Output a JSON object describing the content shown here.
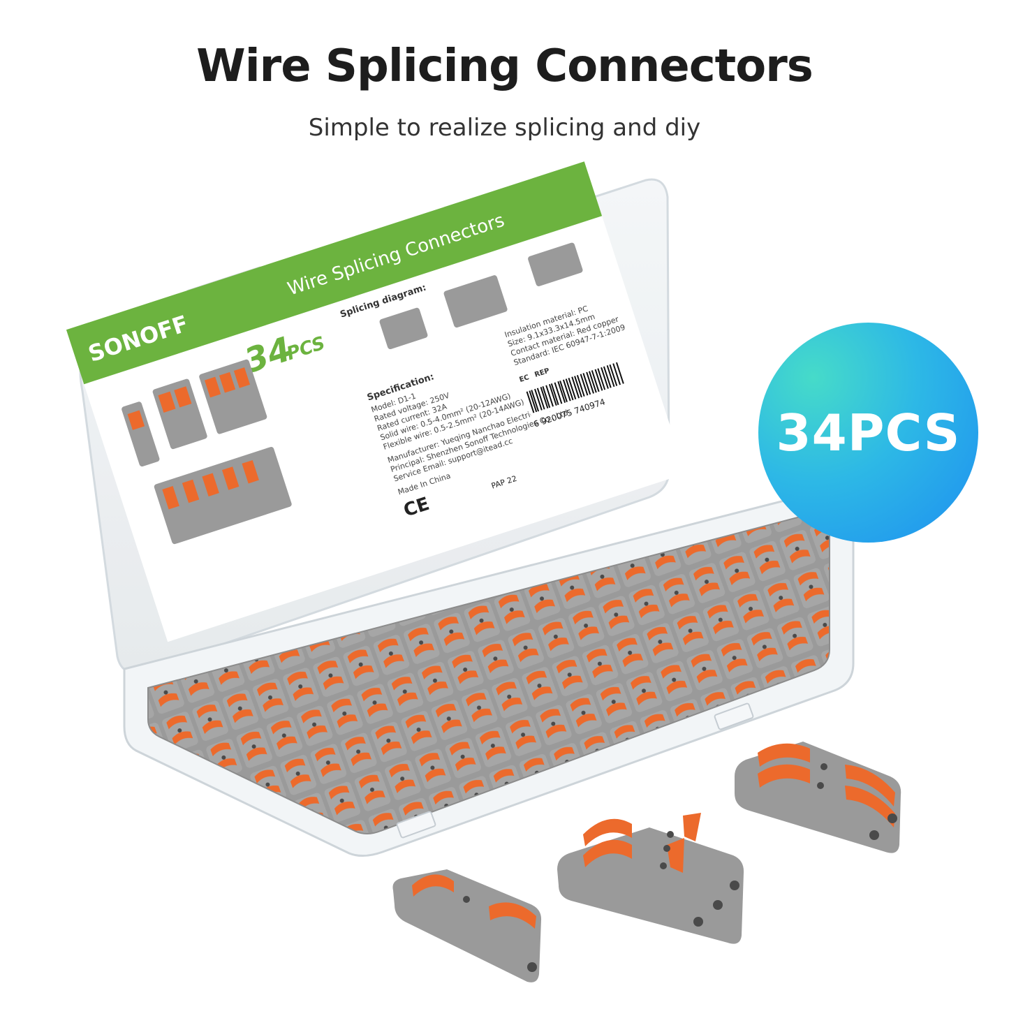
{
  "header": {
    "title": "Wire Splicing Connectors",
    "subtitle": "Simple to realize splicing and diy"
  },
  "badge": {
    "label": "34PCS"
  },
  "label_card": {
    "brand": "SONOFF",
    "title": "Wire Splicing Connectors",
    "quantity_number": "34",
    "quantity_unit": "PCS",
    "diagram_heading": "Splicing diagram:",
    "spec_heading": "Specification:",
    "specs": [
      "Model: D1-1",
      "Rated voltage: 250V",
      "Rated current: 32A",
      "Solid wire: 0.5-4.0mm² (20-12AWG)",
      "Flexible wire: 0.5-2.5mm² (20-14AWG)"
    ],
    "company": [
      "Manufacturer: Yueqing Nanchao Electric Co., Ltd.",
      "Principal: Shenzhen Sonoff Technologies Co., Ltd.",
      "Service Email: support@itead.cc",
      "Made In China"
    ],
    "materials": [
      "Insulation material: PC",
      "Size: 9.1x33.3x14.5mm",
      "Contact material: Red copper",
      "Standard: IEC 60947-7-1:2009"
    ],
    "ec_rep": [
      "EC",
      "REP"
    ],
    "barcode_number": "6 920075 740974",
    "cert_marks": [
      "CE",
      "PAP 22"
    ]
  },
  "colors": {
    "brand_green": "#6cb33f",
    "connector_gray": "#9a9a9a",
    "lever_orange": "#ec6a2c",
    "badge_teal": "#3cc7d8",
    "badge_blue": "#1e8ff0"
  }
}
